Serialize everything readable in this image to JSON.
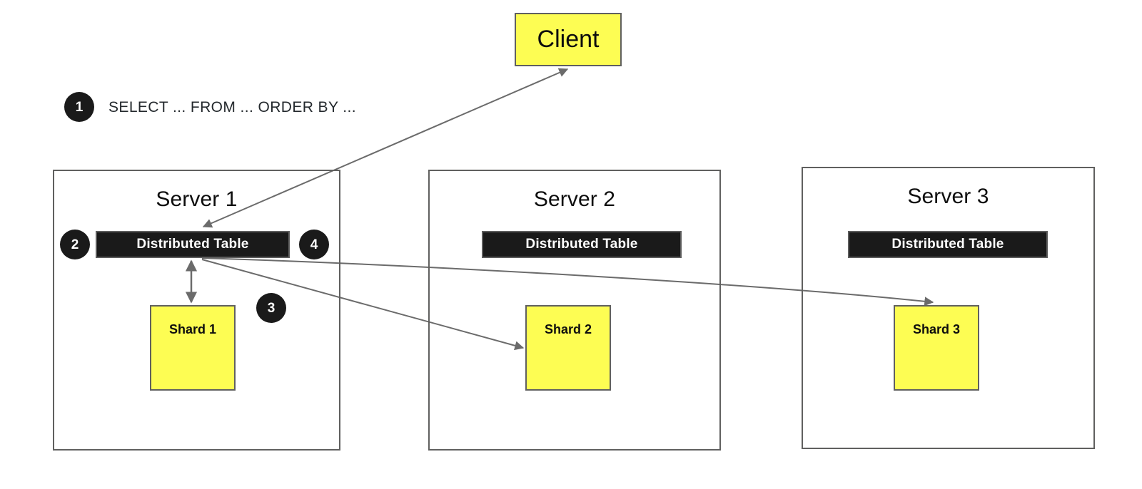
{
  "diagram": {
    "title": "Distributed table query flow across three servers",
    "colors": {
      "node_fill": "#FDFD53",
      "bar_fill": "#1A1A1A",
      "badge_fill": "#1A1A1A",
      "border": "#60605F",
      "edge": "#666666",
      "text": "#0D0D0D",
      "background": "#FFFFFF"
    }
  },
  "client": {
    "label": "Client"
  },
  "steps": [
    {
      "number": "1",
      "caption": "SELECT ... FROM ... ORDER BY ..."
    },
    {
      "number": "2",
      "caption": ""
    },
    {
      "number": "3",
      "caption": ""
    },
    {
      "number": "4",
      "caption": ""
    }
  ],
  "servers": [
    {
      "title": "Server 1",
      "distributed_table": "Distributed Table",
      "shard": "Shard 1"
    },
    {
      "title": "Server 2",
      "distributed_table": "Distributed Table",
      "shard": "Shard 2"
    },
    {
      "title": "Server 3",
      "distributed_table": "Distributed Table",
      "shard": "Shard 3"
    }
  ],
  "edges": [
    {
      "name": "client-to-distributed-table-1",
      "kind": "bidirectional"
    },
    {
      "name": "distributed-table-1-to-shard-1",
      "kind": "bidirectional"
    },
    {
      "name": "distributed-table-1-to-shard-2",
      "kind": "directed"
    },
    {
      "name": "distributed-table-1-to-shard-3",
      "kind": "directed-curved"
    }
  ]
}
